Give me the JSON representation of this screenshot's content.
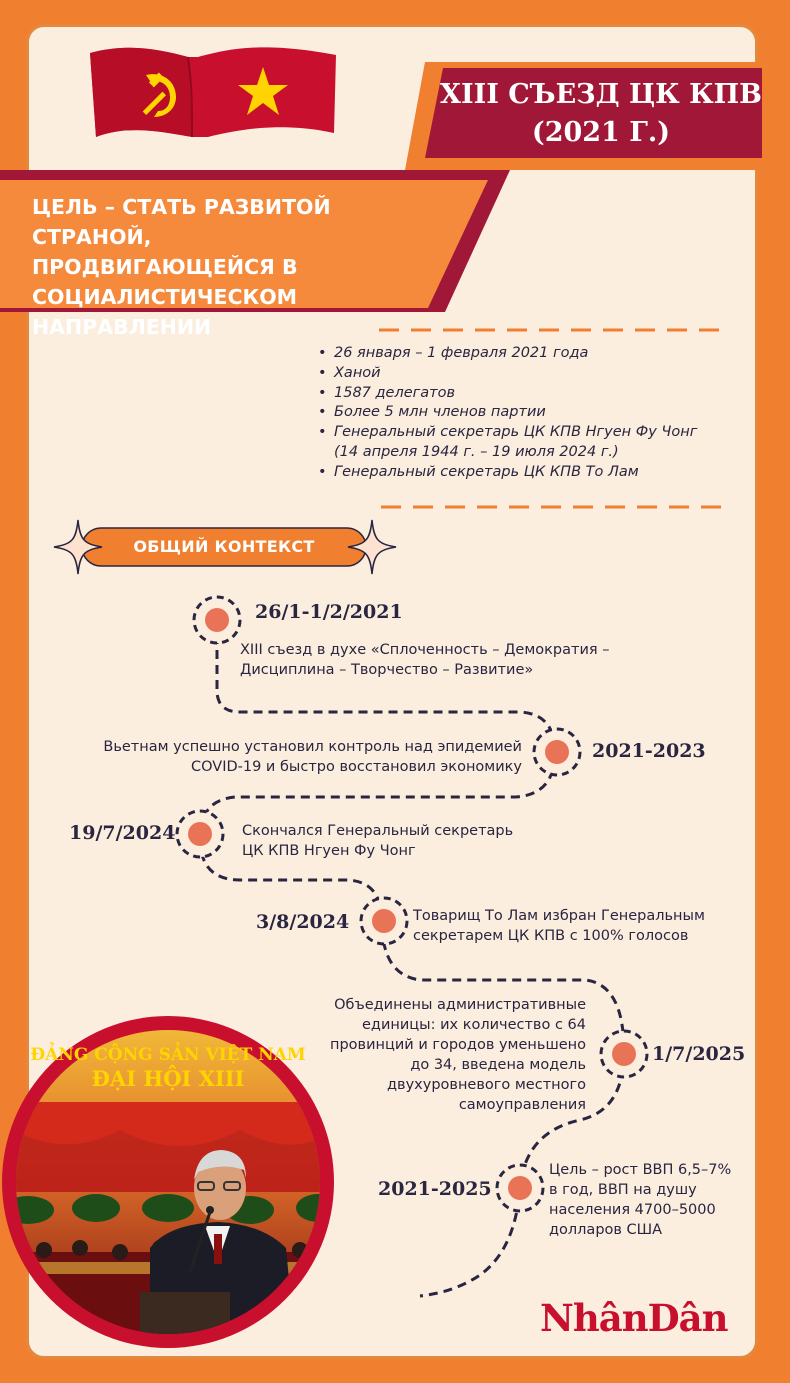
{
  "header": {
    "title_line1": "XIII СЪЕЗД ЦК КПВ",
    "title_line2": "(2021 Г.)"
  },
  "goal": {
    "line1": "ЦЕЛЬ – СТАТЬ РАЗВИТОЙ СТРАНОЙ,",
    "line2": "ПРОДВИГАЮЩЕЙСЯ В",
    "line3": "СОЦИАЛИСТИЧЕСКОМ НАПРАВЛЕНИИ"
  },
  "info": {
    "items": [
      "26 января – 1 февраля 2021 года",
      "Ханой",
      "1587 делегатов",
      "Более 5 млн членов партии",
      "Генеральный секретарь ЦК КПВ Нгуен Фу Чонг",
      "Генеральный секретарь ЦК КПВ То Лам"
    ],
    "item5_sub": "(14 апреля 1944 г. – 19 июля 2024 г.)"
  },
  "context_label": "ОБЩИЙ КОНТЕКСТ",
  "timeline": [
    {
      "date": "26/1-1/2/2021",
      "lines": [
        "XIII съезд в духе «Сплоченность –  Демократия –",
        "Дисциплина – Творчество – Развитие»"
      ]
    },
    {
      "date": "2021-2023",
      "lines": [
        "Вьетнам успешно установил контроль над эпидемией",
        "COVID-19 и быстро восстановил экономику"
      ]
    },
    {
      "date": "19/7/2024",
      "lines": [
        "Скончался Генеральный секретарь",
        "ЦК КПВ Нгуен Фу Чонг"
      ]
    },
    {
      "date": "3/8/2024",
      "lines": [
        "Товарищ То Лам избран Генеральным",
        "секретарем ЦК КПВ с 100% голосов"
      ]
    },
    {
      "date": "1/7/2025",
      "lines": [
        "Объединены административные",
        "единицы: их количество с 64",
        "провинций и городов уменьшено",
        "до 34, введена модель",
        "двухуровневого местного",
        "самоуправления"
      ]
    },
    {
      "date": "2021-2025",
      "lines": [
        "Цель – рост ВВП 6,5–7%",
        "в год, ВВП на душу",
        "населения 4700–5000",
        "долларов США"
      ]
    }
  ],
  "photo": {
    "banner_line1": "ĐẢNG CỘNG SẢN VIỆT NAM",
    "banner_line2": "ĐẠI HỘI XIII"
  },
  "logo": "NhânDân",
  "colors": {
    "orange": "#f0802f",
    "crimson": "#a01738",
    "red": "#c8102e",
    "navy": "#2a2540",
    "cream": "#fbeede",
    "dot": "#e97356",
    "yellow": "#ffd400"
  }
}
